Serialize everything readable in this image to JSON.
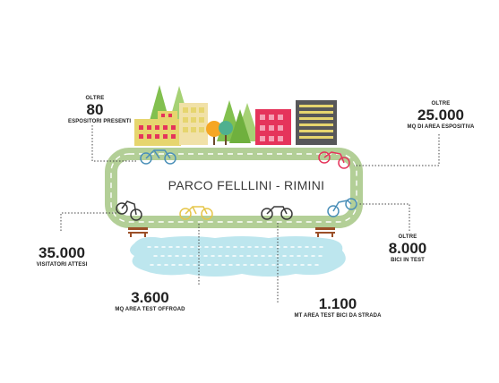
{
  "title": "PARCO FELLLINI - RIMINI",
  "stats": {
    "espositori": {
      "prefix": "OLTRE",
      "value": "80",
      "label": "ESPOSITORI PRESENTI"
    },
    "area_espositiva": {
      "prefix": "OLTRE",
      "value": "25.000",
      "label": "MQ DI AREA ESPOSITIVA"
    },
    "visitatori": {
      "value": "35.000",
      "label": "VISITATORI ATTESI"
    },
    "bici_test": {
      "prefix": "OLTRE",
      "value": "8.000",
      "label": "BICI IN TEST"
    },
    "offroad": {
      "value": "3.600",
      "label": "MQ AREA TEST OFFROAD"
    },
    "strada": {
      "value": "1.100",
      "label": "MT AREA TEST BICI DA STRADA"
    }
  },
  "colors": {
    "track": "#b3cf97",
    "track_line": "#ffffff",
    "water": "#bde6ee",
    "tree": "#82c04f",
    "building_yellow": "#e6d56e",
    "building_red": "#e5345b",
    "building_gray": "#575759",
    "bench": "#9b4f28"
  }
}
